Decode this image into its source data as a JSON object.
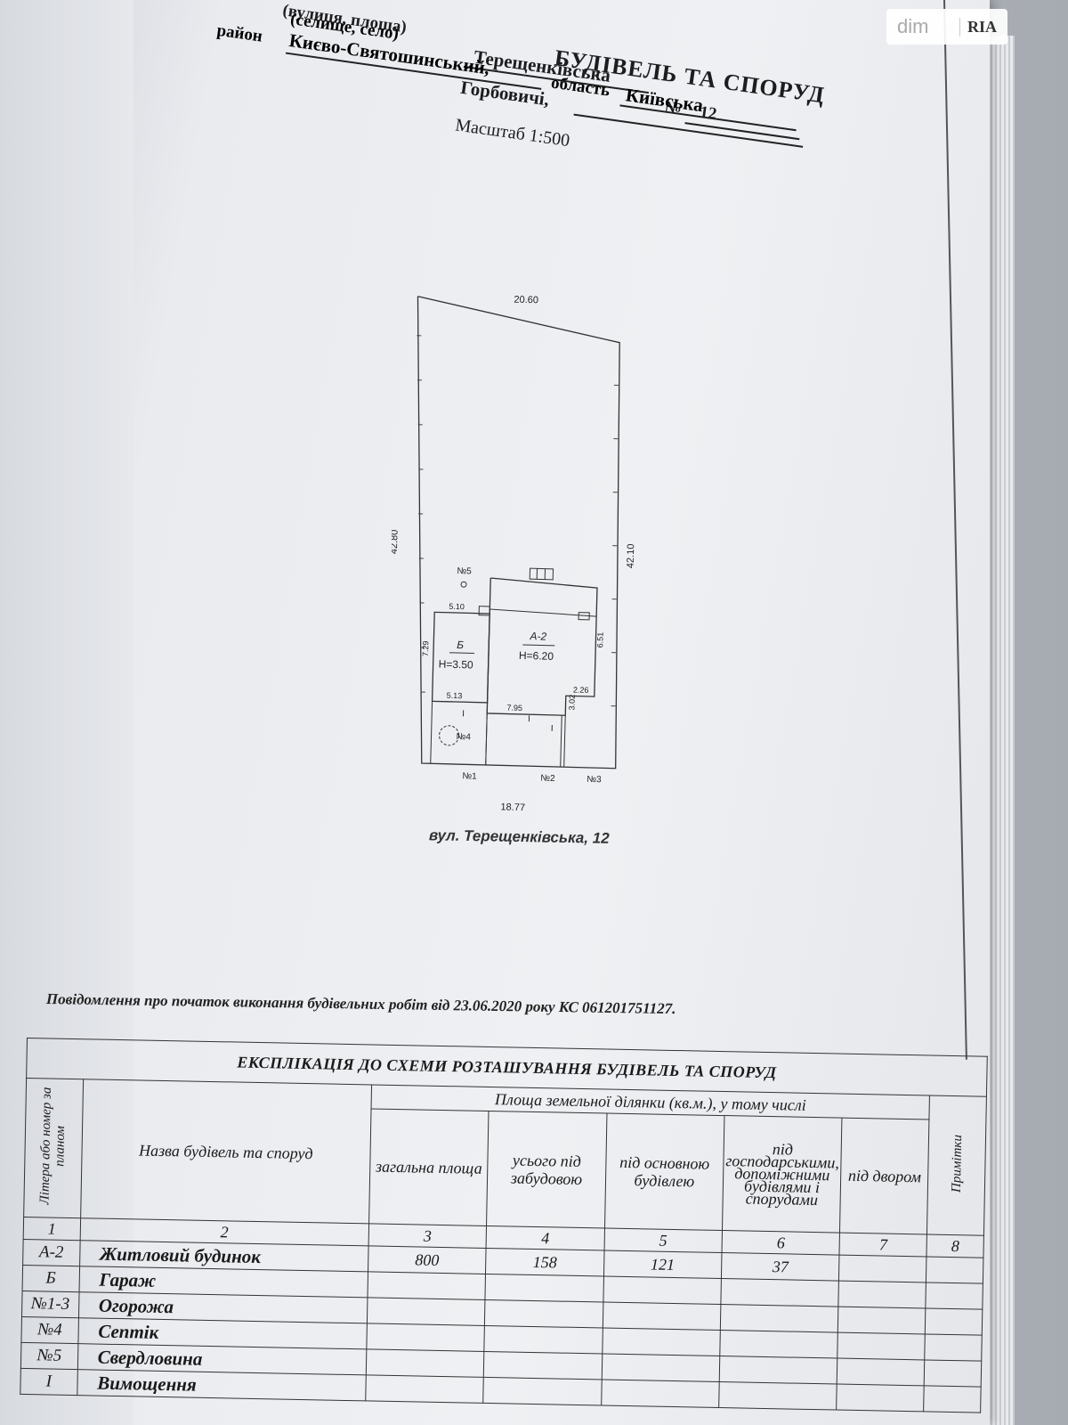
{
  "header": {
    "title": "БУДІВЕЛЬ ТА СПОРУД",
    "line1": "(вулиця, площа)",
    "locality_type": "(селище, село)",
    "street": "Терещенківська",
    "house_no_label": "№",
    "house_no": "12",
    "village": "Горбовичі,",
    "district_label": "район",
    "district": "Києво-Святошинський,",
    "region_label": "область",
    "region": "Київська",
    "scale": "Масштаб 1:500"
  },
  "plan": {
    "dims": {
      "top": "20.60",
      "left": "42.80",
      "right": "42.10",
      "bottom": "18.77",
      "b_top": "5.10",
      "b_side": "7.29",
      "b_bottom": "5.13",
      "a_right": "6.51",
      "a_step": "2.26",
      "a_step_v": "3.02",
      "a_bottom": "7.95"
    },
    "building_a": {
      "letter": "А-2",
      "height": "H=6.20"
    },
    "building_b": {
      "letter": "Б",
      "height": "H=3.50"
    },
    "markers": {
      "n1": "№1",
      "n2": "№2",
      "n3": "№3",
      "n4": "№4",
      "n5": "№5"
    },
    "fence_marks": [
      "І",
      "І",
      "І"
    ]
  },
  "street_label": "вул. Терещенківська, 12",
  "notice": "Повідомлення про початок виконання будівельних робіт від 23.06.2020 року КС 061201751127.",
  "table": {
    "title": "ЕКСПЛІКАЦІЯ ДО СХЕМИ РОЗТАШУВАННЯ БУДІВЕЛЬ ТА СПОРУД",
    "col_letter": "Літера або номер за планом",
    "col_name": "Назва будівель та споруд",
    "area_group": "Площа земельної ділянки (кв.м.), у тому числі",
    "col_total": "загальна площа",
    "col_built": "усього під забудовою",
    "col_main": "під основною будівлею",
    "col_aux": "під господарськими, допоміжними будівлями і спорудами",
    "col_yard": "під двором",
    "col_notes": "Примітки",
    "numbers": [
      "1",
      "2",
      "3",
      "4",
      "5",
      "6",
      "7",
      "8"
    ],
    "rows": [
      {
        "letter": "А-2",
        "name": "Житловий будинок",
        "total": "800",
        "built": "158",
        "main": "121",
        "aux": "37",
        "yard": "",
        "notes": ""
      },
      {
        "letter": "Б",
        "name": "Гараж",
        "total": "",
        "built": "",
        "main": "",
        "aux": "",
        "yard": "",
        "notes": ""
      },
      {
        "letter": "№1-3",
        "name": "Огорожа",
        "total": "",
        "built": "",
        "main": "",
        "aux": "",
        "yard": "",
        "notes": ""
      },
      {
        "letter": "№4",
        "name": "Септік",
        "total": "",
        "built": "",
        "main": "",
        "aux": "",
        "yard": "",
        "notes": ""
      },
      {
        "letter": "№5",
        "name": "Свердловина",
        "total": "",
        "built": "",
        "main": "",
        "aux": "",
        "yard": "",
        "notes": ""
      },
      {
        "letter": "І",
        "name": "Вимощення",
        "total": "",
        "built": "",
        "main": "",
        "aux": "",
        "yard": "",
        "notes": ""
      }
    ]
  },
  "watermark": {
    "left": "dim",
    "right": "RIA"
  }
}
